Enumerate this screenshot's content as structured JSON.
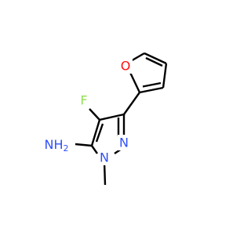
{
  "molecule": {
    "atoms": {
      "oxygen": {
        "label": "O",
        "color": "#ff0d0d"
      },
      "fluorine": {
        "label": "F",
        "color": "#90e050"
      },
      "nitrogen_ring": {
        "label": "N",
        "color": "#3050f8"
      },
      "nitrogen_methyl": {
        "label": "N",
        "color": "#3050f8"
      },
      "amine": {
        "label": "NH",
        "subscript": "2",
        "color": "#3050f8"
      }
    },
    "bond_color": "#000000"
  }
}
